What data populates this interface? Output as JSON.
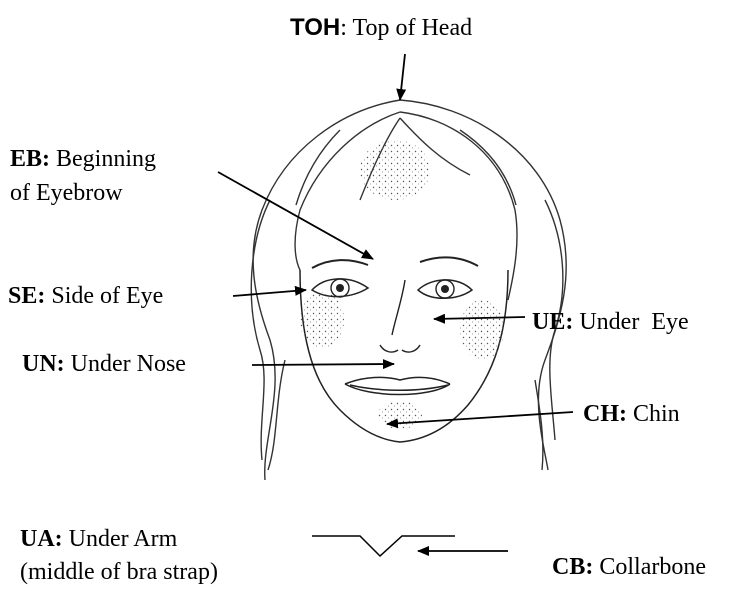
{
  "labels": {
    "toh": {
      "code": "TOH",
      "sep": ":",
      "text": "Top of Head"
    },
    "eb": {
      "code": "EB:",
      "text_line1": "Beginning",
      "text_line2": "of Eyebrow"
    },
    "se": {
      "code": "SE:",
      "text": "Side of Eye"
    },
    "ue": {
      "code": "UE:",
      "text": "Under  Eye"
    },
    "un": {
      "code": "UN:",
      "text": "Under Nose"
    },
    "ch": {
      "code": "CH:",
      "text": "Chin"
    },
    "ua": {
      "code": "UA:",
      "text_line1": "Under Arm",
      "text_line2": "(middle of bra strap)"
    },
    "cb": {
      "code": "CB:",
      "text": "Collarbone"
    }
  },
  "colors": {
    "line": "#000000",
    "sketch": "#333333",
    "background": "#ffffff"
  }
}
